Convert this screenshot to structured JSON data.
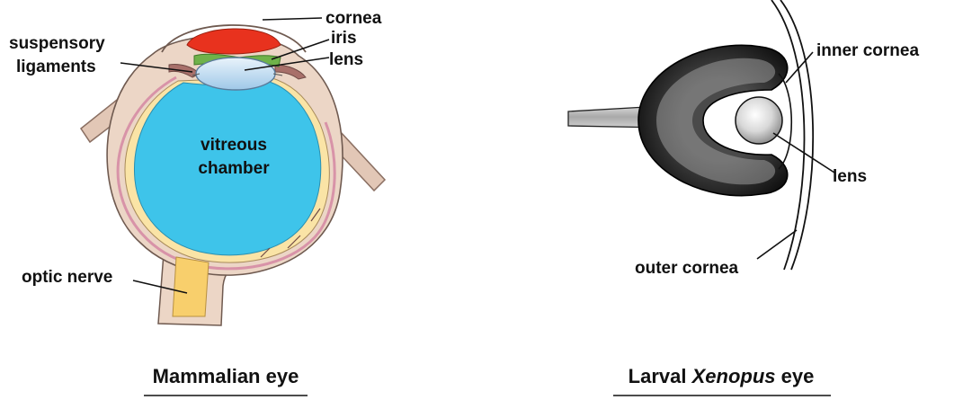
{
  "mammalian": {
    "labels": {
      "cornea": "cornea",
      "iris": "iris",
      "lens": "lens",
      "suspensory_line1": "suspensory",
      "suspensory_line2": "ligaments",
      "vitreous_line1": "vitreous",
      "vitreous_line2": "chamber",
      "optic_nerve": "optic nerve"
    },
    "caption": "Mammalian eye"
  },
  "xenopus": {
    "labels": {
      "inner_cornea": "inner cornea",
      "lens": "lens",
      "outer_cornea": "outer cornea"
    },
    "caption_prefix": "Larval ",
    "caption_species": "Xenopus",
    "caption_suffix": " eye"
  },
  "colors": {
    "vitreous": "#3ec4ea",
    "cornea_red": "#e8321e",
    "iris_green": "#6fb24a",
    "lens_blue": "#c7e1f3",
    "sclera": "#ecd6c6",
    "retina_yellow": "#fae4a6",
    "optic_nerve": "#f8cf6c",
    "choroid_pink": "#d893a8"
  }
}
